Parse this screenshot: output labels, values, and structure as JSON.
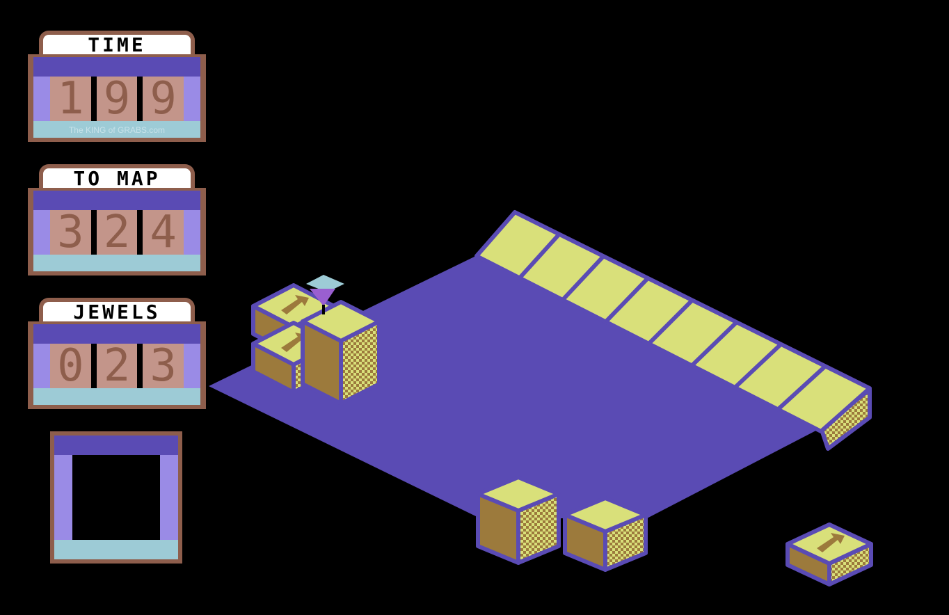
{
  "hud": {
    "time": {
      "label": "TIME",
      "digits": [
        "1",
        "9",
        "9"
      ]
    },
    "to_map": {
      "label": "TO MAP",
      "digits": [
        "3",
        "2",
        "4"
      ]
    },
    "jewels": {
      "label": "JEWELS",
      "digits": [
        "0",
        "2",
        "3"
      ]
    },
    "watermark": "The KING of GRABS.com"
  },
  "colors": {
    "floor": "#5a4bb4",
    "tile": "#d9e07a",
    "block_side": "#9c7a3c",
    "edge": "#9a8be6",
    "gem": "#9dcbd6",
    "gem_body": "#9a5fd0"
  }
}
